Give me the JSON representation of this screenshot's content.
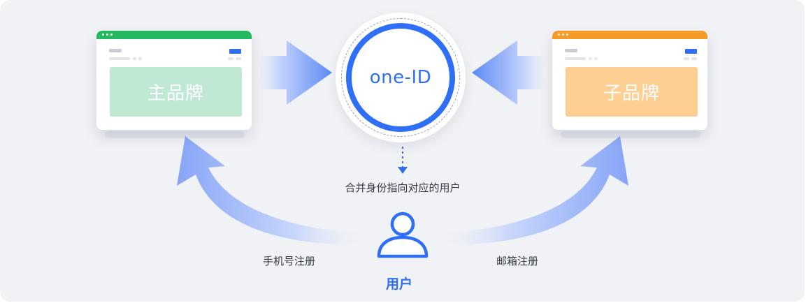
{
  "center": {
    "label": "one-ID"
  },
  "cards": {
    "left": {
      "label": "主品牌",
      "bar_color": "#25b863",
      "box_color": "#bfe9d3",
      "accent_color": "#2f6ef6"
    },
    "right": {
      "label": "子品牌",
      "bar_color": "#f59a27",
      "box_color": "#fdcf93",
      "accent_color": "#2f6ef6"
    }
  },
  "merge_caption": "合并身份指向对应的用户",
  "left_path_label": "手机号注册",
  "right_path_label": "邮箱注册",
  "user": {
    "label": "用户",
    "icon": "user-icon"
  },
  "colors": {
    "background": "#f1f2f5",
    "accent_blue": "#2f6ef6",
    "arrow_blue": "#8aa8f7"
  }
}
